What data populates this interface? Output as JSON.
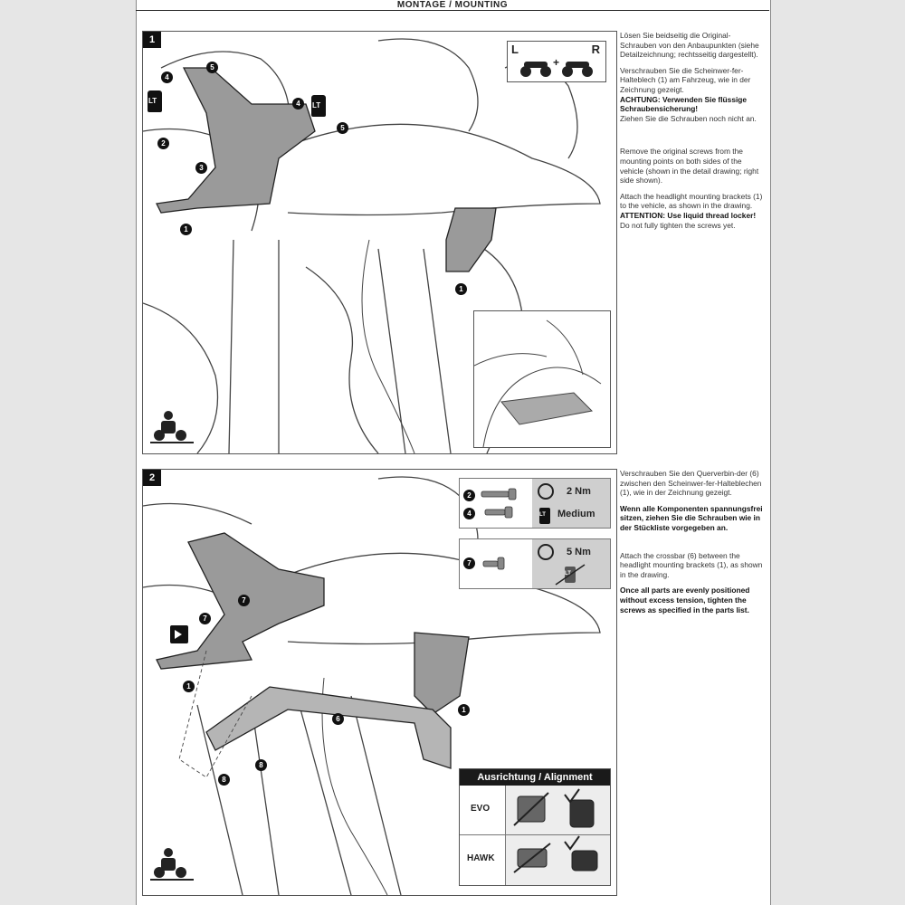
{
  "header": {
    "title": "MONTAGE / MOUNTING"
  },
  "step1": {
    "number": "1",
    "lr_left": "L",
    "lr_right": "R",
    "lr_plus": "+",
    "lt_label": "LT",
    "callouts": [
      "4",
      "5",
      "4",
      "2",
      "3",
      "5",
      "1",
      "1"
    ],
    "text_de_1": "Lösen Sie beidseitig die Original-Schrauben von den Anbaupunkten (siehe Detailzeichnung; rechtsseitig dargestellt).",
    "text_de_2": "Verschrauben Sie die Scheinwer-fer-Halteblech (1) am Fahrzeug, wie in der Zeichnung gezeigt.",
    "text_de_warn": "ACHTUNG: Verwenden Sie flüssige Schraubensicherung!",
    "text_de_3": "Ziehen Sie die Schrauben noch nicht an.",
    "text_en_1": "Remove the original screws from the mounting points on both sides of the vehicle (shown in the detail drawing; right side shown).",
    "text_en_2": "Attach the headlight mounting brackets (1) to the vehicle, as shown in the drawing.",
    "text_en_warn": "ATTENTION: Use liquid thread locker!",
    "text_en_3": "Do not fully tighten the screws yet."
  },
  "step2": {
    "number": "2",
    "spec1": {
      "callouts": [
        "2",
        "4"
      ],
      "torque": "2 Nm",
      "lt_strength": "Medium",
      "lt_label": "LT"
    },
    "spec2": {
      "callouts": [
        "7"
      ],
      "torque": "5 Nm",
      "lt_label": "LT"
    },
    "callouts": [
      "7",
      "7",
      "1",
      "6",
      "1",
      "8",
      "8"
    ],
    "alignment": {
      "title": "Ausrichtung / Alignment",
      "rows": [
        {
          "label": "EVO"
        },
        {
          "label": "HAWK"
        }
      ]
    },
    "text_de_1": "Verschrauben Sie den Querverbin-der (6) zwischen den Scheinwer-fer-Halteblechen (1), wie in der Zeichnung gezeigt.",
    "text_de_bold": "Wenn alle Komponenten spannungsfrei sitzen, ziehen Sie die Schrauben wie in der Stückliste vorgegeben an.",
    "text_en_1": "Attach the crossbar (6) between the headlight mounting brackets (1), as shown in the drawing.",
    "text_en_bold": "Once all parts are evenly positioned without excess tension, tighten the screws as specified in the parts list."
  }
}
